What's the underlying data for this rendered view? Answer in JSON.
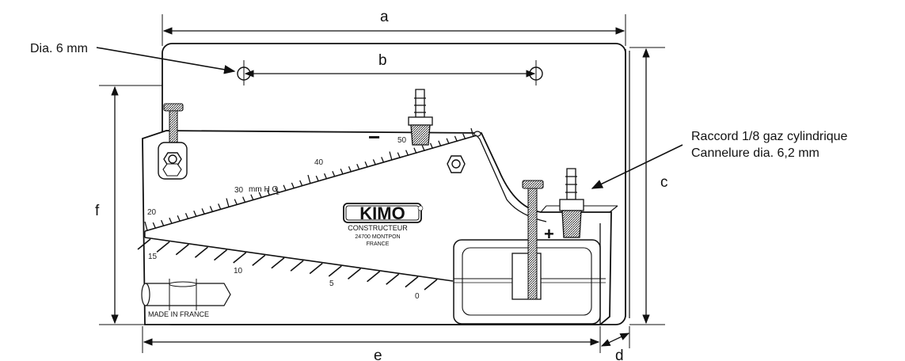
{
  "dimensions": {
    "a": "a",
    "b": "b",
    "c": "c",
    "d": "d",
    "e": "e",
    "f": "f"
  },
  "callouts": {
    "hole": "Dia. 6 mm",
    "fitting_line1": "Raccord 1/8 gaz cylindrique",
    "fitting_line2": "Cannelure dia. 6,2 mm"
  },
  "gauge": {
    "unit": "mm H O",
    "unit_subscript": "2",
    "upper_scale": [
      "20",
      "30",
      "40",
      "50"
    ],
    "lower_scale": [
      "15",
      "10",
      "5",
      "0"
    ],
    "minus": "−",
    "plus": "+"
  },
  "brand": {
    "logo": "KIMO",
    "line1": "CONSTRUCTEUR",
    "line2": "24700 MONTPON",
    "line3": "FRANCE"
  },
  "made_in": "MADE IN FRANCE"
}
